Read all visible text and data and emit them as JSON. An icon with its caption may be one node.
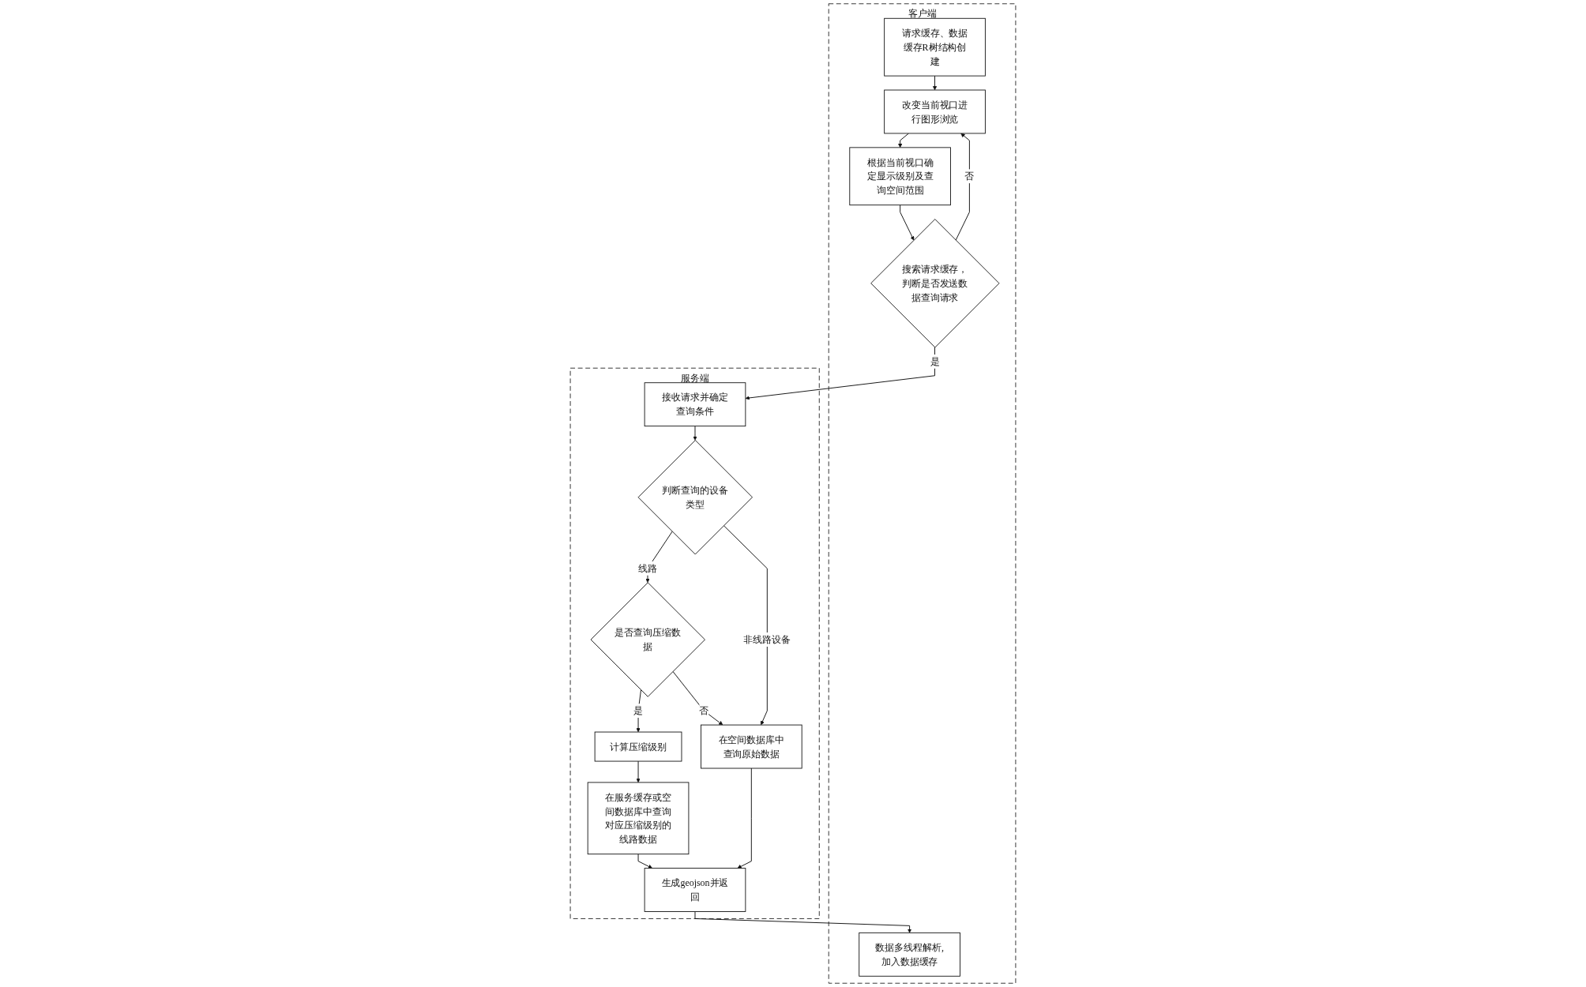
{
  "diagram": {
    "nodes": [
      {
        "text": [
          "客户端"
        ]
      },
      {
        "text": [
          "请求缓存、数据缓存R树结构创建"
        ],
        "in": 0
      },
      {
        "text": [
          "改变当前视口进行图形浏览"
        ],
        "in": 0
      },
      {
        "text": [
          "根据当前视口确定显示级别及查询空间范围"
        ],
        "in": 0
      },
      {
        "text": [
          "搜索请求缓存，判断是否发送数据查询请求"
        ],
        "in": 0
      },
      {
        "text": [
          "数据多线程解析,加入数据缓存"
        ],
        "in": 0
      },
      {
        "text": [
          "服务端"
        ]
      },
      {
        "text": [
          "接收请求并确定查询条件"
        ],
        "in": 6
      },
      {
        "text": [
          "判断查询的设备类型"
        ],
        "in": 6
      },
      {
        "text": [
          "是否查询压缩数据"
        ],
        "in": 6
      },
      {
        "text": [
          "计算压缩级别"
        ],
        "in": 6
      },
      {
        "text": [
          "在服务缓存或空间数据库中查询对应压缩级别的线路数据"
        ],
        "in": 6
      },
      {
        "text": [
          "在空间数据库中查询原始数据"
        ],
        "in": 6
      },
      {
        "text": [
          "生成geojson并返回"
        ],
        "in": 6
      }
    ],
    "edges": [
      {
        "from": 1,
        "to": 2,
        "arrow": "to"
      },
      {
        "from": 2,
        "to": 3,
        "arrow": "to"
      },
      {
        "from": 3,
        "to": 4,
        "arrow": "to"
      },
      {
        "from": 4,
        "to": 2,
        "arrow": "to",
        "label": "否"
      },
      {
        "from": 4,
        "to": 7,
        "arrow": "to",
        "label": "是"
      },
      {
        "from": 7,
        "to": 8,
        "arrow": "to"
      },
      {
        "from": 8,
        "to": 9,
        "arrow": "to",
        "label": "线路"
      },
      {
        "from": 8,
        "to": 12,
        "arrow": "to",
        "label": "非线路设备"
      },
      {
        "from": 9,
        "to": 10,
        "arrow": "to",
        "label": "是"
      },
      {
        "from": 9,
        "to": 12,
        "arrow": "to",
        "label": "否"
      },
      {
        "from": 10,
        "to": 11,
        "arrow": "to"
      },
      {
        "from": 11,
        "to": 13,
        "arrow": "to"
      },
      {
        "from": 12,
        "to": 13,
        "arrow": "to"
      },
      {
        "from": 13,
        "to": 5,
        "arrow": "to"
      }
    ]
  }
}
